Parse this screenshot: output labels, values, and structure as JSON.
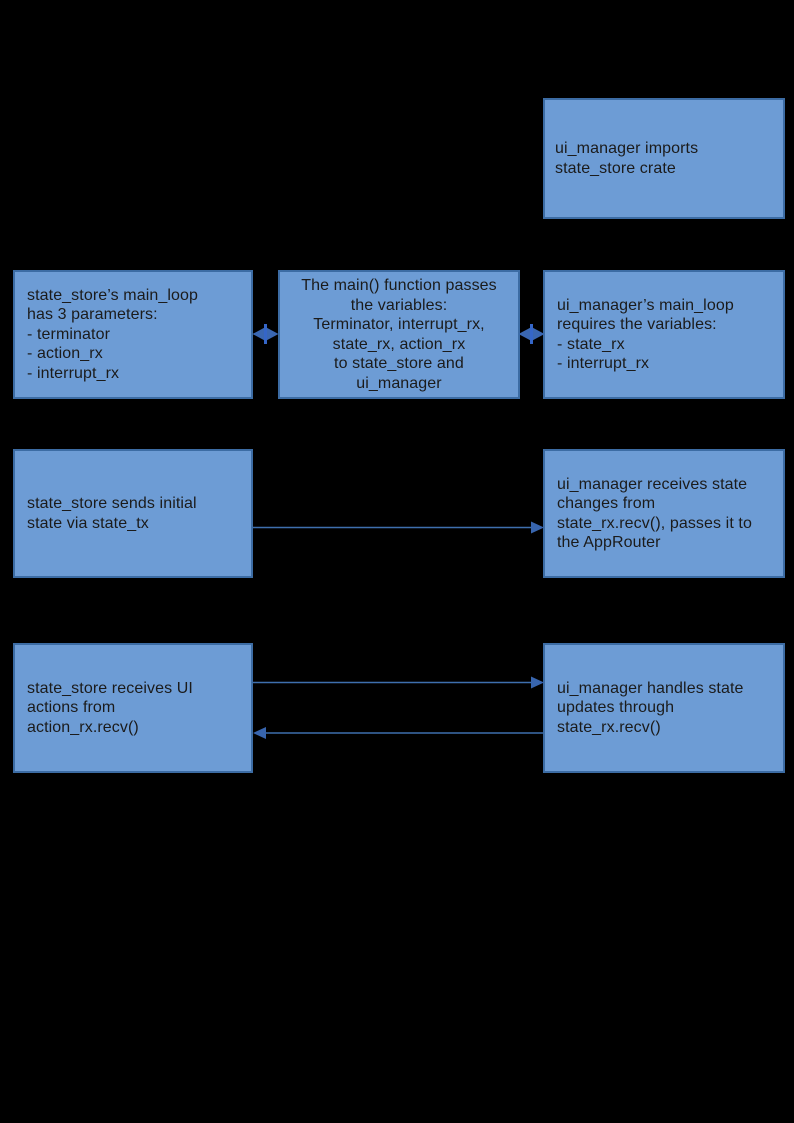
{
  "colors": {
    "background": "#000000",
    "box_fill": "#6d9cd5",
    "box_border": "#3c6ca4",
    "text": "#1b1b1b",
    "arrow_line": "#3e6fae",
    "arrow_head": "#3865ae",
    "connector_fill": "#3a67b2",
    "connector_bar": "#3566c8"
  },
  "diagram": {
    "boxes": {
      "imports": {
        "text": "ui_manager imports\nstate_store crate"
      },
      "params": {
        "text": "state_store’s main_loop\nhas 3 parameters:\n- terminator\n- action_rx\n- interrupt_rx"
      },
      "main": {
        "text": "The main() function passes\nthe variables:\nTerminator, interrupt_rx,\nstate_rx, action_rx\nto state_store and\nui_manager"
      },
      "requires": {
        "text": "ui_manager’s main_loop\nrequires the variables:\n- state_rx\n- interrupt_rx"
      },
      "sends": {
        "text": "state_store sends initial\nstate via state_tx"
      },
      "receives_state": {
        "text": "ui_manager receives state\nchanges from\nstate_rx.recv(), passes it to\nthe AppRouter"
      },
      "receives_ui": {
        "text": "state_store receives UI\nactions from\naction_rx.recv()"
      },
      "handles": {
        "text": "ui_manager handles state\nupdates through\nstate_rx.recv()"
      }
    },
    "edges": [
      {
        "from": "params",
        "to": "main",
        "direction": "bidirectional"
      },
      {
        "from": "main",
        "to": "requires",
        "direction": "bidirectional"
      },
      {
        "from": "sends",
        "to": "receives_state",
        "direction": "right"
      },
      {
        "from": "receives_ui",
        "to": "handles",
        "direction": "right"
      },
      {
        "from": "handles",
        "to": "receives_ui",
        "direction": "left"
      }
    ]
  }
}
